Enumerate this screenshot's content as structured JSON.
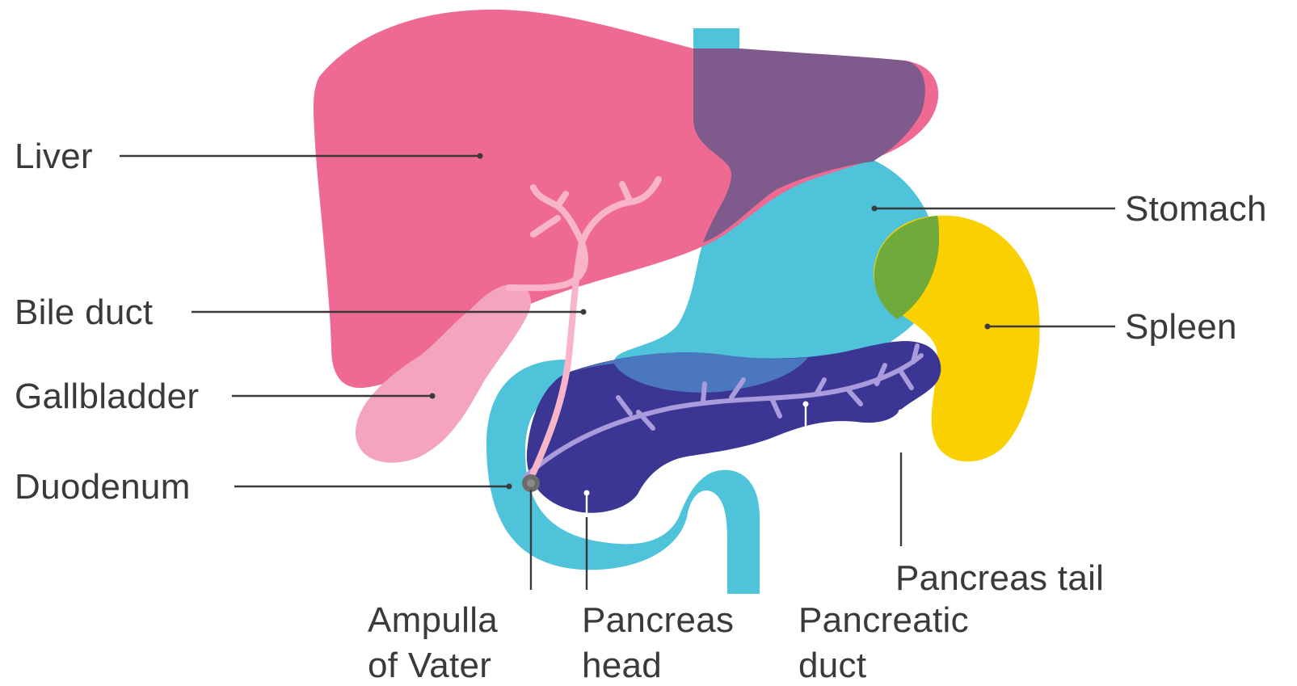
{
  "labels": {
    "liver": "Liver",
    "bile_duct": "Bile duct",
    "gallbladder": "Gallbladder",
    "duodenum": "Duodenum",
    "stomach": "Stomach",
    "spleen": "Spleen",
    "pancreas_tail": "Pancreas tail",
    "ampulla_line1": "Ampulla",
    "ampulla_line2": "of Vater",
    "pancreas_head_line1": "Pancreas",
    "pancreas_head_line2": "head",
    "pancreatic_duct_line1": "Pancreatic",
    "pancreatic_duct_line2": "duct"
  },
  "colors": {
    "liver": "#ee6a93",
    "stomach": "#4ec3d9",
    "liver_stomach_overlap": "#7e5b8c",
    "spleen": "#fbd000",
    "spleen_stomach_overlap": "#6faa3a",
    "gallbladder": "#f4a4bd",
    "bile_duct": "#f8b5c9",
    "duodenum": "#4ec3d9",
    "pancreas": "#3b3594",
    "pancreatic_duct": "#a99bdc",
    "ampulla": "#6b6b6b",
    "label_text": "#3a3a3a"
  }
}
